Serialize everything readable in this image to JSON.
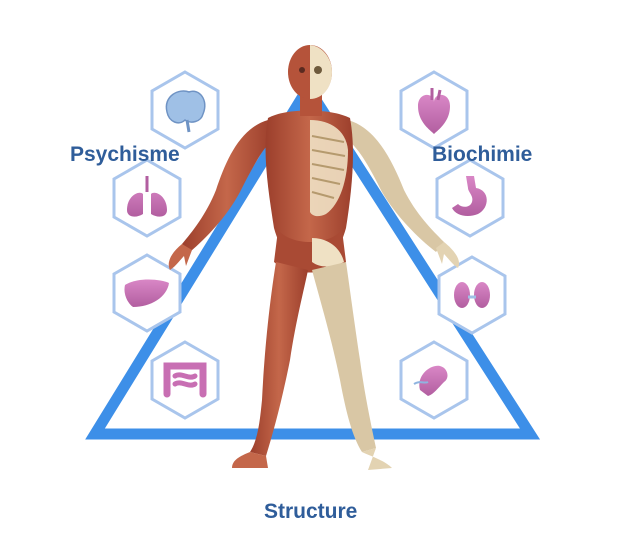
{
  "labels": {
    "left": "Psychisme",
    "right": "Biochimie",
    "bottom": "Structure"
  },
  "icons": [
    "brain-icon",
    "lungs-icon",
    "liver-icon",
    "intestine-icon",
    "heart-icon",
    "stomach-icon",
    "kidneys-icon",
    "pancreas-icon"
  ],
  "colors": {
    "triangle": "#3d8fe8",
    "label": "#2f5d9a",
    "hexagon_stroke": "#a9c5ec",
    "organ": "#c86fb3",
    "muscle": "#b5533a",
    "bone": "#efe1c4"
  }
}
